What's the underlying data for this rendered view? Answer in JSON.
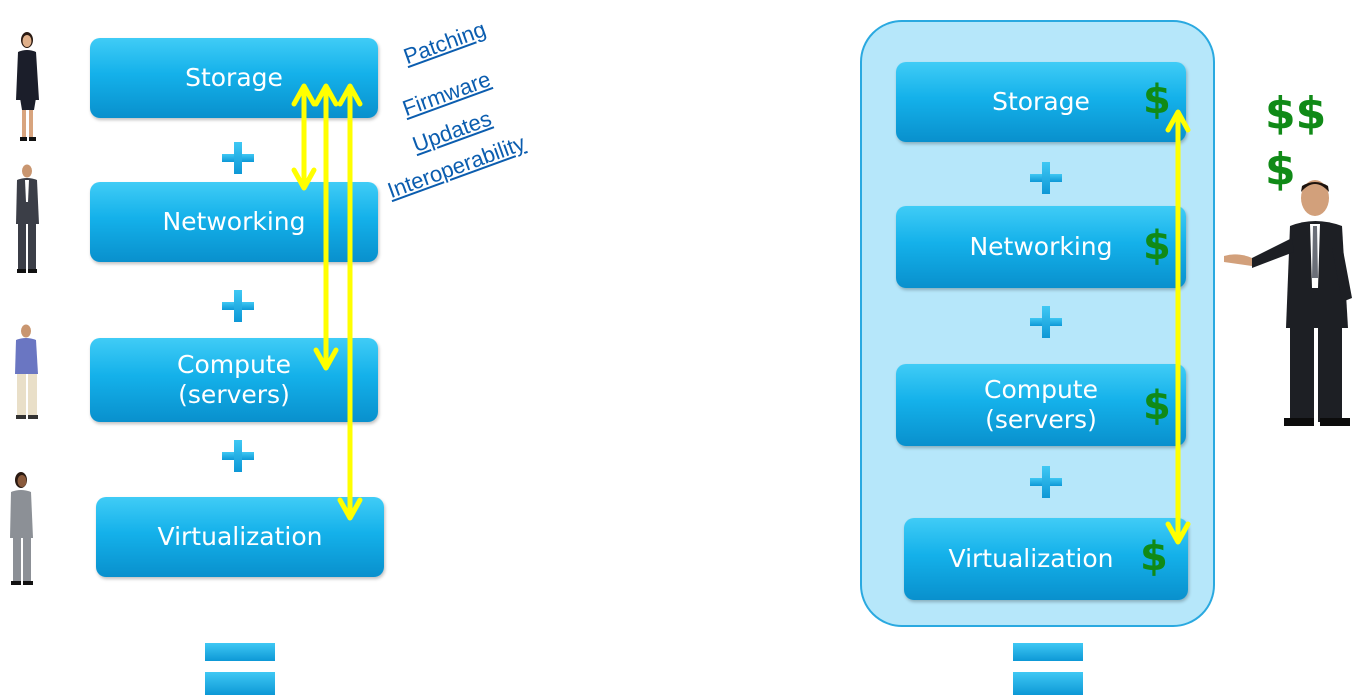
{
  "left_stack": {
    "layers": [
      "Storage",
      "Networking",
      "Compute\n(servers)",
      "Virtualization"
    ]
  },
  "issues": [
    "Patching",
    "Firmware",
    "Updates",
    "Interoperability"
  ],
  "right_stack": {
    "layers": [
      "Storage",
      "Networking",
      "Compute\n(servers)",
      "Virtualization"
    ],
    "cost_symbol": "$"
  },
  "savings": {
    "line1": "$$",
    "line2": "$"
  },
  "colors": {
    "box": "#14b1ea",
    "arrow": "#ffff00",
    "dollar": "#108a17",
    "issue_text": "#0b5daf",
    "panel": "#b6e7fa"
  },
  "icons": [
    "person-woman-icon",
    "person-man-icon",
    "person-man-casual-icon",
    "person-woman-phone-icon",
    "presenter-man-icon"
  ]
}
